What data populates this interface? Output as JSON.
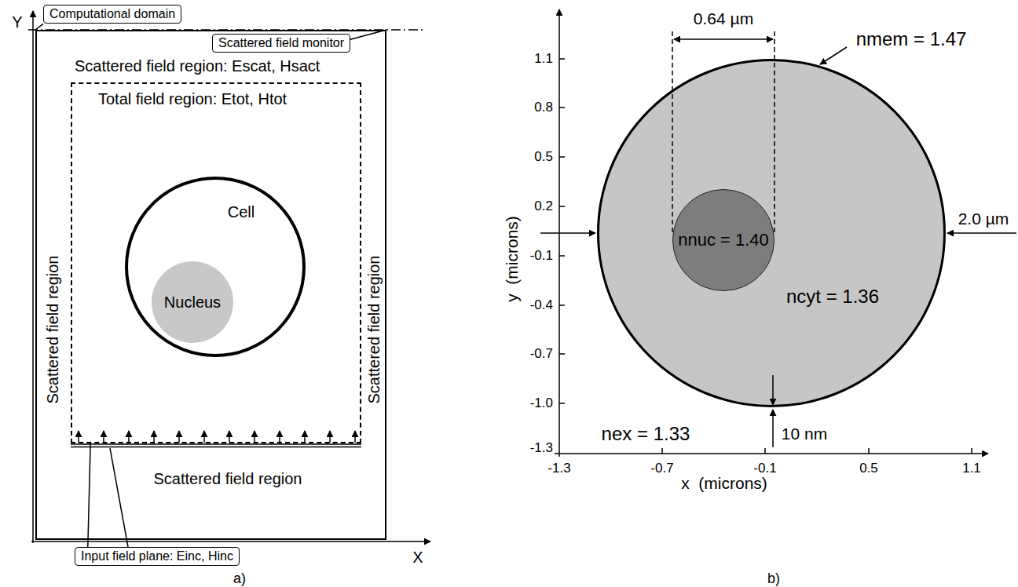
{
  "diagram": {
    "nodes": [
      {
        "text": [
          "Computational domain"
        ]
      },
      {
        "text": [
          "Scattered field monitor"
        ]
      },
      {
        "text": [
          "Scattered field region: Escat, Hsact",
          "Scattered field region",
          "Scattered field region",
          "Scattered field region"
        ]
      },
      {
        "text": [
          "Total field region: Etot, Htot"
        ],
        "in": 2
      },
      {
        "text": [
          "Cell"
        ],
        "in": 3
      },
      {
        "text": [
          "Nucleus"
        ],
        "in": 4
      },
      {
        "text": [
          "Input field plane: Einc, Hinc"
        ]
      },
      {
        "text": [
          "ncyt = 1.36"
        ]
      },
      {
        "text": [
          "nnuc = 1.40"
        ],
        "in": 7
      }
    ],
    "edges": [
      {
        "from": 0,
        "to": 2,
        "arrow": "none"
      },
      {
        "from": 1,
        "to": 2,
        "arrow": "none"
      },
      {
        "from": 6,
        "to": 3,
        "arrow": "none"
      }
    ],
    "labels": [
      "Y",
      "X",
      "a)",
      "0.64 µm",
      "nmem = 1.47",
      "1.1",
      "0.8",
      "0.5",
      "0.2",
      "-0.1",
      "-0.4",
      "-0.7",
      "-1.0",
      "-1.3",
      "-1.3",
      "-0.7",
      "-0.1",
      "0.5",
      "1.1",
      "2.0 µm",
      "y  (microns)",
      "x  (microns)",
      "nex = 1.33",
      "10 nm",
      "b)"
    ]
  }
}
